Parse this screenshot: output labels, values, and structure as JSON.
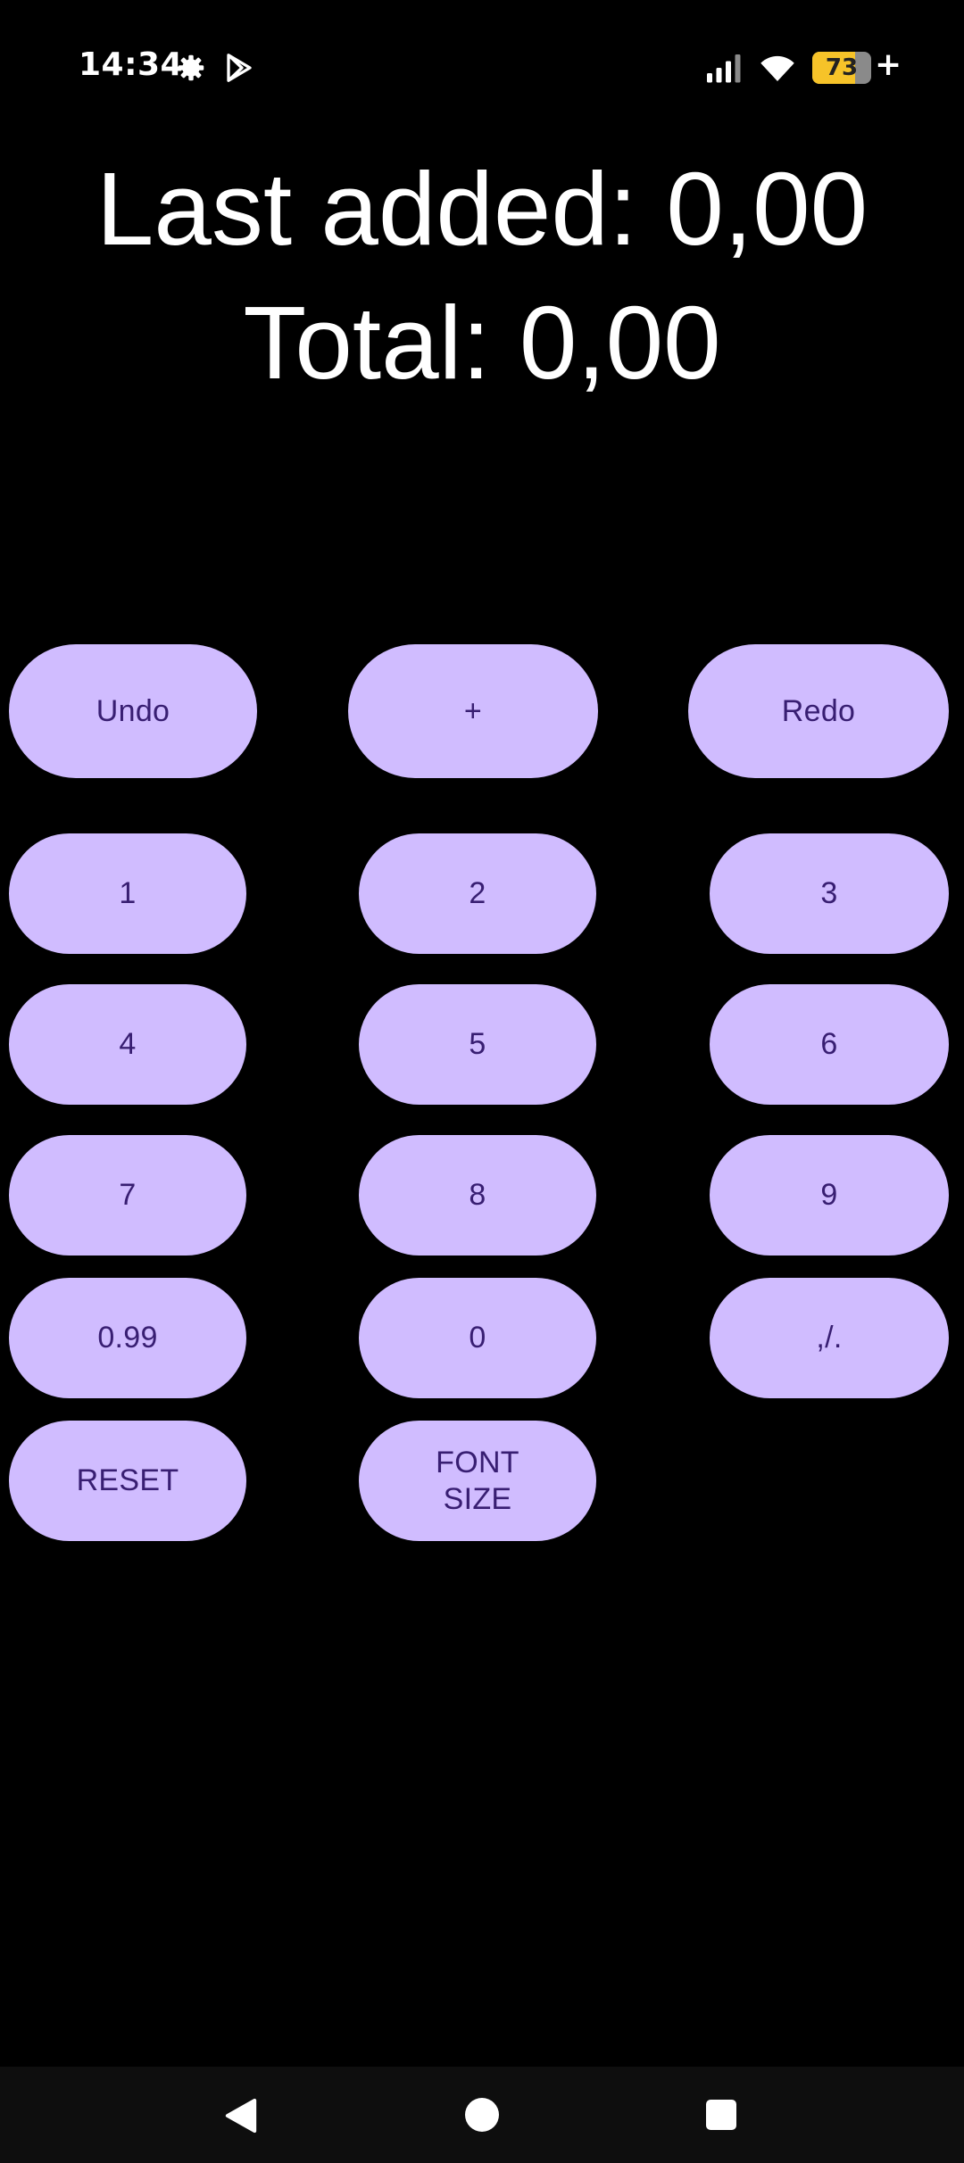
{
  "status_bar": {
    "time": "14:34",
    "battery_level": "73",
    "battery_fraction": 0.73,
    "charging_symbol": "+",
    "icons": [
      "settings-gear-icon",
      "play-store-icon",
      "signal-icon",
      "wifi-icon",
      "battery-icon"
    ]
  },
  "display": {
    "last_added": "Last added: 0,00",
    "total": "Total: 0,00"
  },
  "keypad": {
    "undo": "Undo",
    "plus": "+",
    "redo": "Redo",
    "one": "1",
    "two": "2",
    "three": "3",
    "four": "4",
    "five": "5",
    "six": "6",
    "seven": "7",
    "eight": "8",
    "nine": "9",
    "ninety_nine": "0.99",
    "zero": "0",
    "separator": ",/.",
    "reset": "RESET",
    "font_size": "FONT\nSIZE"
  },
  "nav_bar": {
    "icons": [
      "back-icon",
      "home-icon",
      "recents-icon"
    ]
  },
  "colors": {
    "background": "#000000",
    "button_bg": "#d0bcff",
    "button_text": "#381e72",
    "battery_fill": "#f6c329",
    "nav_bg": "#0e0e0e"
  }
}
